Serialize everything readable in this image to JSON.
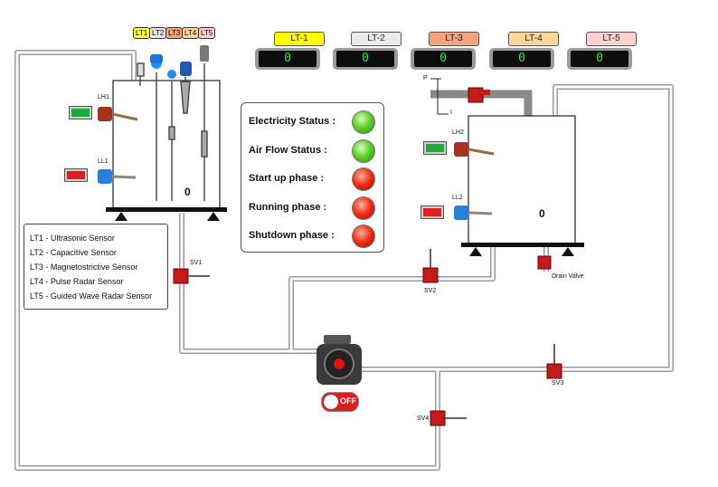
{
  "sensor_badges": [
    {
      "label": "LT1",
      "color": "#ffff33"
    },
    {
      "label": "LT2",
      "color": "#e8e8e8"
    },
    {
      "label": "LT3",
      "color": "#f4a47c"
    },
    {
      "label": "LT4",
      "color": "#ffd59a"
    },
    {
      "label": "LT5",
      "color": "#ffd0d0"
    }
  ],
  "level_transmitters": [
    {
      "label": "LT-1",
      "value": "0",
      "color": "#ffff00"
    },
    {
      "label": "LT-2",
      "value": "0",
      "color": "#ececec"
    },
    {
      "label": "LT-3",
      "value": "0",
      "color": "#f4a47c"
    },
    {
      "label": "LT-4",
      "value": "0",
      "color": "#ffd59a"
    },
    {
      "label": "LT-5",
      "value": "0",
      "color": "#ffd0d0"
    }
  ],
  "status": [
    {
      "label": "Electricity Status :",
      "state": "green"
    },
    {
      "label": "Air Flow Status :",
      "state": "green"
    },
    {
      "label": "Start up phase :",
      "state": "red"
    },
    {
      "label": "Running phase :",
      "state": "red"
    },
    {
      "label": "Shutdown phase :",
      "state": "red"
    }
  ],
  "legend": [
    "LT1 - Ultrasonic Sensor",
    "LT2 - Capacitive Sensor",
    "LT3 - Magnetostrictive Sensor",
    "LT4 - Pulse Radar Sensor",
    "LT5 - Guided Wave Radar Sensor"
  ],
  "tank1": {
    "value": "0",
    "lh": "LH1",
    "ll": "LL1",
    "lh_state": "#1fa83c",
    "ll_state": "#e02020"
  },
  "tank2": {
    "value": "0",
    "lh": "LH2",
    "ll": "LL2",
    "lh_state": "#1fa83c",
    "ll_state": "#e02020"
  },
  "valves": {
    "sv1": "SV1",
    "sv2": "SV2",
    "sv3": "SV3",
    "sv4": "SV4",
    "drain": "Drain Valve"
  },
  "air_labels": {
    "p": "P",
    "i": "I"
  },
  "pump": {
    "toggle_label": "OFF"
  }
}
